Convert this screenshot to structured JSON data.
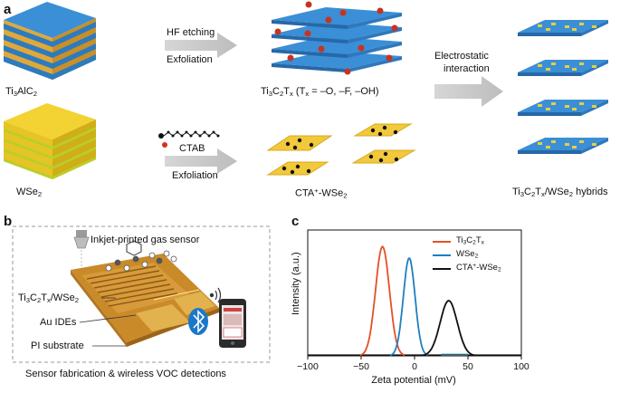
{
  "panels": {
    "a": "a",
    "b": "b",
    "c": "c"
  },
  "panel_a": {
    "ti3alc2": {
      "base": "Ti",
      "s1": "3",
      "mid": "AlC",
      "s2": "2"
    },
    "step1_line1": "HF etching",
    "step1_line2": "Exfoliation",
    "mxene_label": {
      "p1": "Ti",
      "s1": "3",
      "p2": "C",
      "s2": "2",
      "p3": "T",
      "s3": "x",
      "p4": " (T",
      "s4": "x",
      "p5": " = –O, –F, –OH)"
    },
    "wse2": {
      "base": "WSe",
      "s1": "2"
    },
    "step2_line1": "CTAB",
    "step2_line2": "Exfoliation",
    "cta_wse2": {
      "p1": "CTA",
      "sup": "+",
      "p2": "-WSe",
      "s1": "2"
    },
    "electrostatic_line1": "Electrostatic",
    "electrostatic_line2": "interaction",
    "hybrids": {
      "p1": "Ti",
      "s1": "3",
      "p2": "C",
      "s2": "2",
      "p3": "T",
      "s3": "x",
      "p4": "/WSe",
      "s4": "2",
      "p5": " hybrids"
    }
  },
  "panel_b": {
    "inkjet": "Inkjet-printed gas sensor",
    "layer": {
      "p1": "Ti",
      "s1": "3",
      "p2": "C",
      "s2": "2",
      "p3": "T",
      "s3": "x",
      "p4": "/WSe",
      "s4": "2"
    },
    "au_ides": "Au IDEs",
    "pi_substrate": "PI substrate",
    "caption": "Sensor fabrication & wireless VOC detections"
  },
  "chart_data": {
    "type": "line",
    "title": "",
    "xlabel": "Zeta potential (mV)",
    "ylabel": "Intensity (a.u.)",
    "xlim": [
      -100,
      100
    ],
    "xticks": [
      -100,
      -50,
      0,
      50,
      100
    ],
    "grid": false,
    "legend_position": "top-right",
    "series": [
      {
        "name": "Ti3C2Tx",
        "color": "#e2502a",
        "center": -30,
        "width": 6.5,
        "height": 0.95
      },
      {
        "name": "WSe2",
        "color": "#1f7fbf",
        "center": -5,
        "width": 5.5,
        "height": 0.85
      },
      {
        "name": "CTA+-WSe2",
        "color": "#111111",
        "center": 32,
        "width": 8,
        "height": 0.48
      }
    ],
    "legend": {
      "ti3c2tx": {
        "p1": "Ti",
        "s1": "3",
        "p2": "C",
        "s2": "2",
        "p3": "T",
        "s3": "x"
      },
      "wse2": {
        "p1": "WSe",
        "s1": "2"
      },
      "cta": {
        "p1": "CTA",
        "sup": "+",
        "p2": "-WSe",
        "s1": "2"
      }
    },
    "highlight_band": [
      25,
      50
    ]
  }
}
